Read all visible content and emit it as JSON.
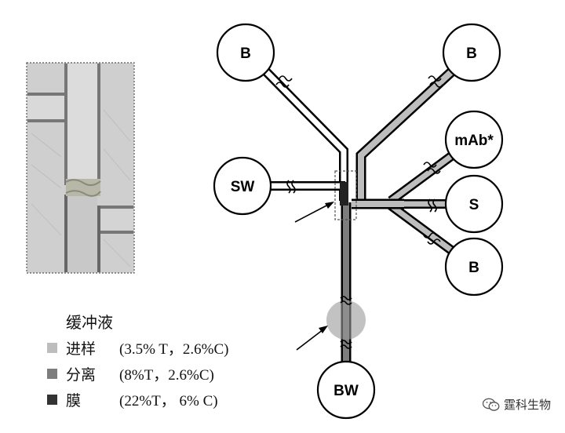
{
  "reservoirs": {
    "top_left": "B",
    "top_right": "B",
    "antibody": "mAb*",
    "sample_waste": "SW",
    "sample": "S",
    "bottom_right": "B",
    "buffer_waste": "BW"
  },
  "legend": {
    "title": "缓冲液",
    "items": [
      {
        "name": "进样",
        "composition": "(3.5% T，2.6%C)",
        "color": "#bdbdbd"
      },
      {
        "name": "分离",
        "composition": "(8%T，2.6%C)",
        "color": "#7d7d7d"
      },
      {
        "name": "膜",
        "composition": "(22%T，  6% C)",
        "color": "#333333"
      }
    ]
  },
  "watermark": {
    "text": "霆科生物"
  },
  "colors": {
    "sample_loading_gel": "#bdbdbd",
    "separation_gel": "#7d7d7d",
    "membrane_gel": "#333333"
  }
}
